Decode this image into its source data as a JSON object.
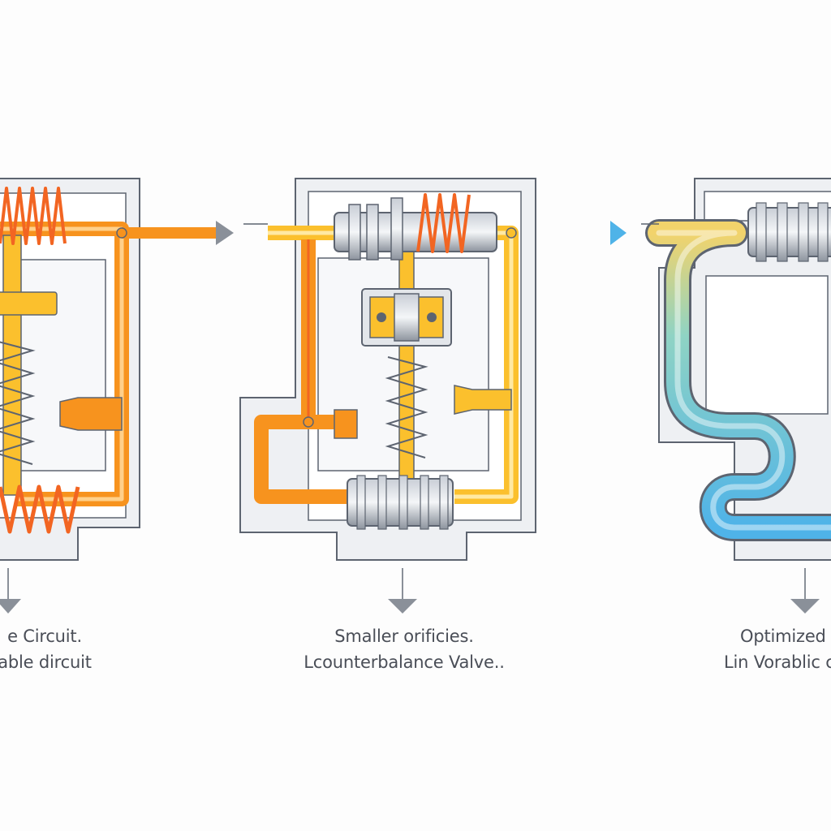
{
  "panels": [
    {
      "caption_line1": "e Circuit.",
      "caption_line2": "able dircuit",
      "colors": {
        "main": "#f7931e",
        "accent": "#fbc02d",
        "spring": "#f26522"
      },
      "icons": [
        "spring-icon",
        "valve-spool-icon",
        "flow-arrow-icon",
        "down-arrow-icon"
      ]
    },
    {
      "caption_line1": "Smaller orificies.",
      "caption_line2": "Lcounterbalance Valve..",
      "colors": {
        "main": "#fbc02d",
        "accent": "#f7931e",
        "spring": "#f26522"
      },
      "icons": [
        "spring-icon",
        "valve-spool-icon",
        "flow-arrow-icon",
        "down-arrow-icon"
      ]
    },
    {
      "caption_line1": "Optimized",
      "caption_line2": "Lin Vorablic c",
      "colors": {
        "main": "#4fb3e8",
        "accent": "#9fd6a0",
        "spring": "#90a4ae"
      },
      "icons": [
        "valve-spool-icon",
        "flow-arrow-icon",
        "down-arrow-icon"
      ]
    }
  ],
  "colors": {
    "outline": "#5d6470",
    "housing": "#eef0f3",
    "arrow": "#8a9099",
    "background": "#fdfdfd"
  }
}
